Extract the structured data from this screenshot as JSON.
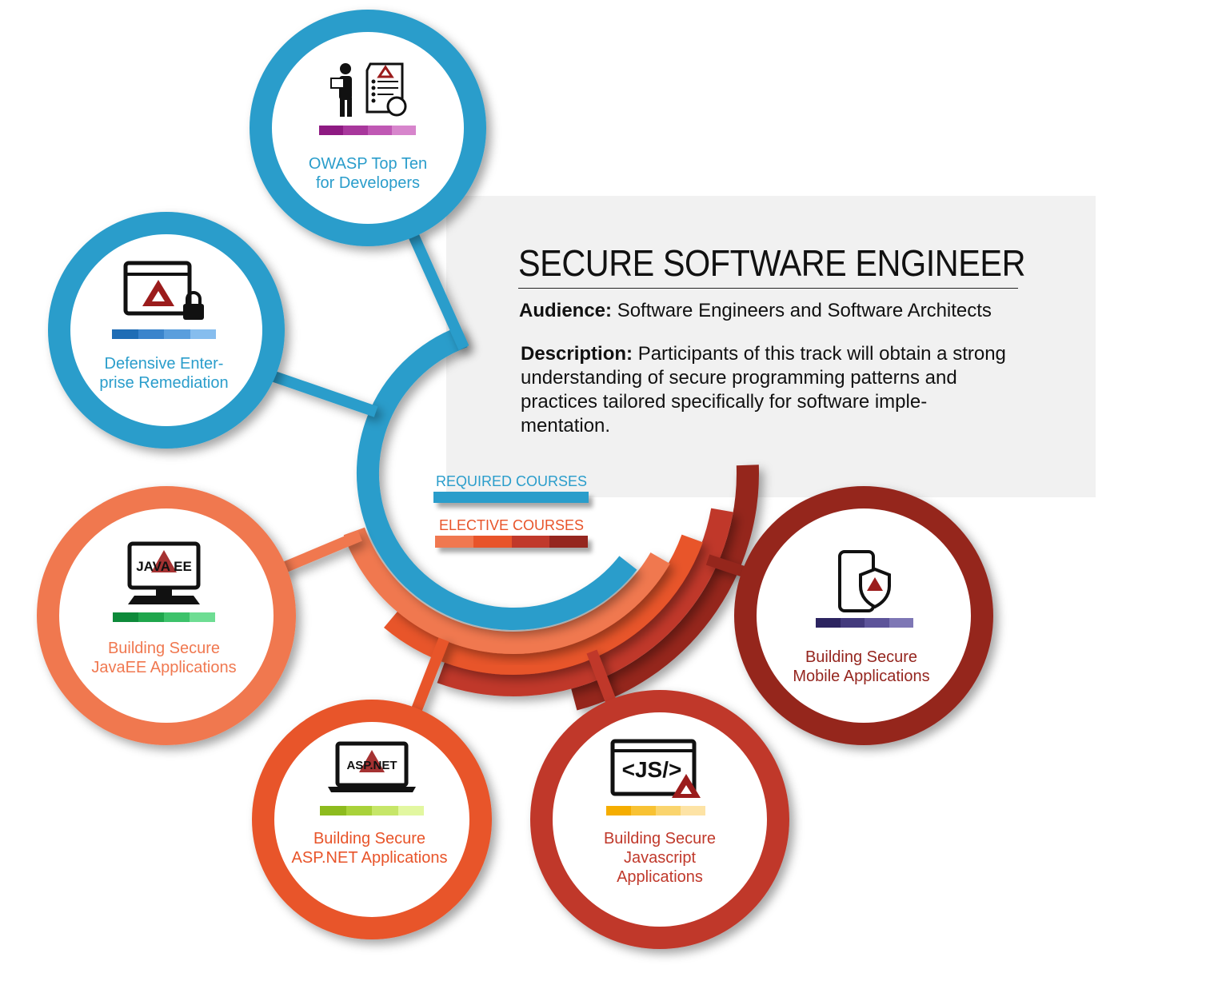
{
  "header": {
    "title": "SECURE SOFTWARE ENGINEER"
  },
  "audience": {
    "label": "Audience:",
    "text": "Software Engineers and Software Architects"
  },
  "description": {
    "label": "Description:",
    "text": "Participants of this track will obtain a strong understanding of secure programming patterns and practices tailored specifically for software imple-mentation."
  },
  "legend": {
    "required": "REQUIRED COURSES",
    "elective": "ELECTIVE COURSES"
  },
  "colors": {
    "required": "#2a9dcb",
    "elective1": "#f07850",
    "elective2": "#e8542a",
    "elective3": "#c0392b",
    "elective4": "#95261f",
    "panel": "#f1f1f1"
  },
  "courses": [
    {
      "line1": "OWASP Top Ten",
      "line2": "for Developers",
      "type": "required",
      "icon": "developer-checklist-icon"
    },
    {
      "line1": "Defensive Enter-",
      "line2": "prise Remediation",
      "type": "required",
      "icon": "browser-lock-icon"
    },
    {
      "line1": "Building Secure",
      "line2": "JavaEE Applications",
      "type": "elective",
      "icon": "javaee-monitor-icon",
      "icon_text": "JAVA EE"
    },
    {
      "line1": "Building Secure",
      "line2": "ASP.NET Applications",
      "type": "elective",
      "icon": "aspnet-laptop-icon",
      "icon_text": "ASP.NET"
    },
    {
      "line1": "Building Secure",
      "line2": "Javascript",
      "line3": "Applications",
      "type": "elective",
      "icon": "javascript-browser-icon",
      "icon_text": "<JS/>"
    },
    {
      "line1": "Building Secure",
      "line2": "Mobile Applications",
      "type": "elective",
      "icon": "mobile-shield-icon"
    }
  ]
}
